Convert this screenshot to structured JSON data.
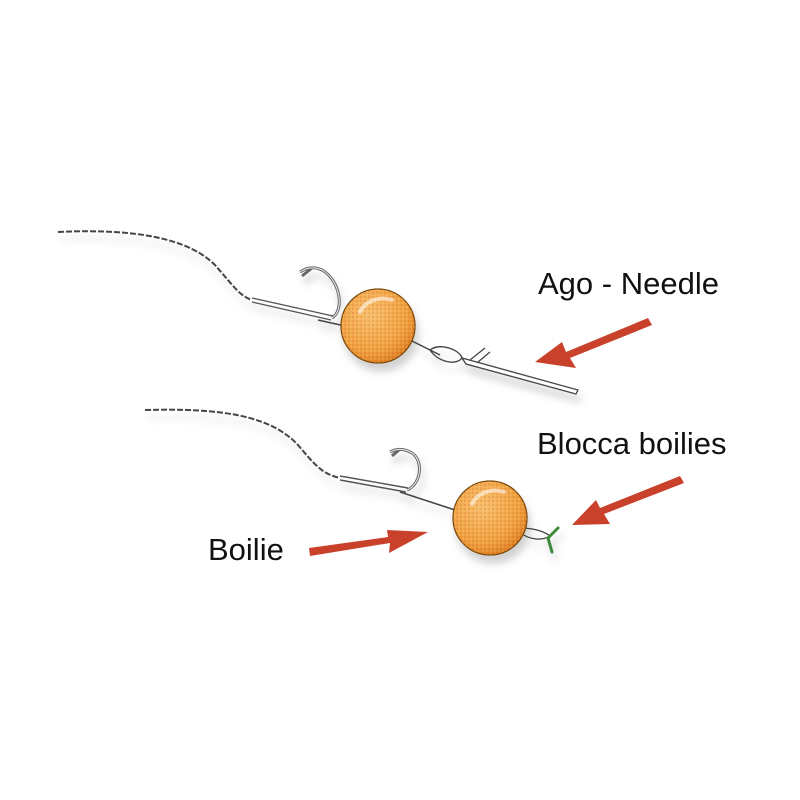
{
  "labels": {
    "needle": "Ago - Needle",
    "stopper": "Blocca boilies",
    "boilie": "Boilie"
  },
  "colors": {
    "arrow": "#c9412a",
    "boilie_fill": "#f0a040",
    "boilie_dark": "#d97a1e",
    "stopper": "#3a8a3a",
    "line": "#444444"
  }
}
